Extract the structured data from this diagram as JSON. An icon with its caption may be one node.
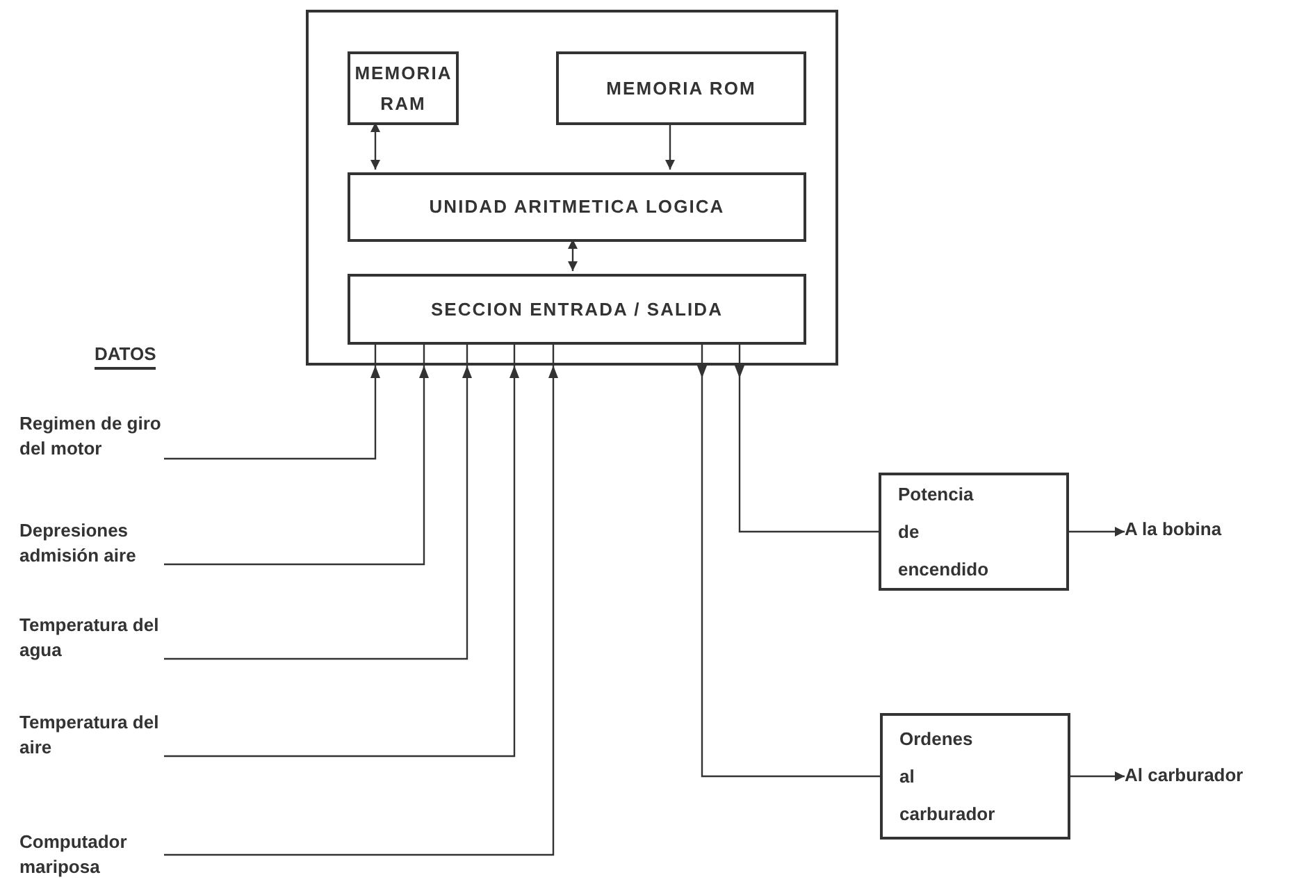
{
  "diagram": {
    "nodes": [
      {
        "text": [],
        "shape": "box"
      },
      {
        "text": [
          "MEMORIA RAM"
        ],
        "in": 0
      },
      {
        "text": [
          "MEMORIA ROM"
        ],
        "in": 0
      },
      {
        "text": [
          "UNIDAD ARITMETICA LOGICA"
        ],
        "in": 0
      },
      {
        "text": [
          "SECCION ENTRADA / SALIDA"
        ],
        "in": 0
      },
      {
        "text": [
          "Regimen de giro del motor"
        ]
      },
      {
        "text": [
          "Depresiones admisión aire"
        ]
      },
      {
        "text": [
          "Temperatura del agua"
        ]
      },
      {
        "text": [
          "Temperatura del aire"
        ]
      },
      {
        "text": [
          "Computador mariposa"
        ]
      },
      {
        "text": [
          "Potencia de encendido"
        ]
      },
      {
        "text": [
          "Ordenes al carburador"
        ]
      },
      {
        "text": [
          "A la bobina"
        ]
      },
      {
        "text": [
          "Al carburador"
        ]
      }
    ],
    "edges": [
      {
        "from": 1,
        "to": 3,
        "arrow": "both"
      },
      {
        "from": 2,
        "to": 3,
        "arrow": "to"
      },
      {
        "from": 3,
        "to": 4,
        "arrow": "both"
      },
      {
        "from": 5,
        "to": 4,
        "arrow": "to"
      },
      {
        "from": 6,
        "to": 4,
        "arrow": "to"
      },
      {
        "from": 7,
        "to": 4,
        "arrow": "to"
      },
      {
        "from": 8,
        "to": 4,
        "arrow": "to"
      },
      {
        "from": 9,
        "to": 4,
        "arrow": "to"
      },
      {
        "from": 4,
        "to": 11,
        "arrow": "to"
      },
      {
        "from": 4,
        "to": 10,
        "arrow": "to"
      },
      {
        "from": 10,
        "to": 12,
        "arrow": "to"
      },
      {
        "from": 11,
        "to": 13,
        "arrow": "to"
      }
    ],
    "labels": [
      "DATOS"
    ]
  }
}
